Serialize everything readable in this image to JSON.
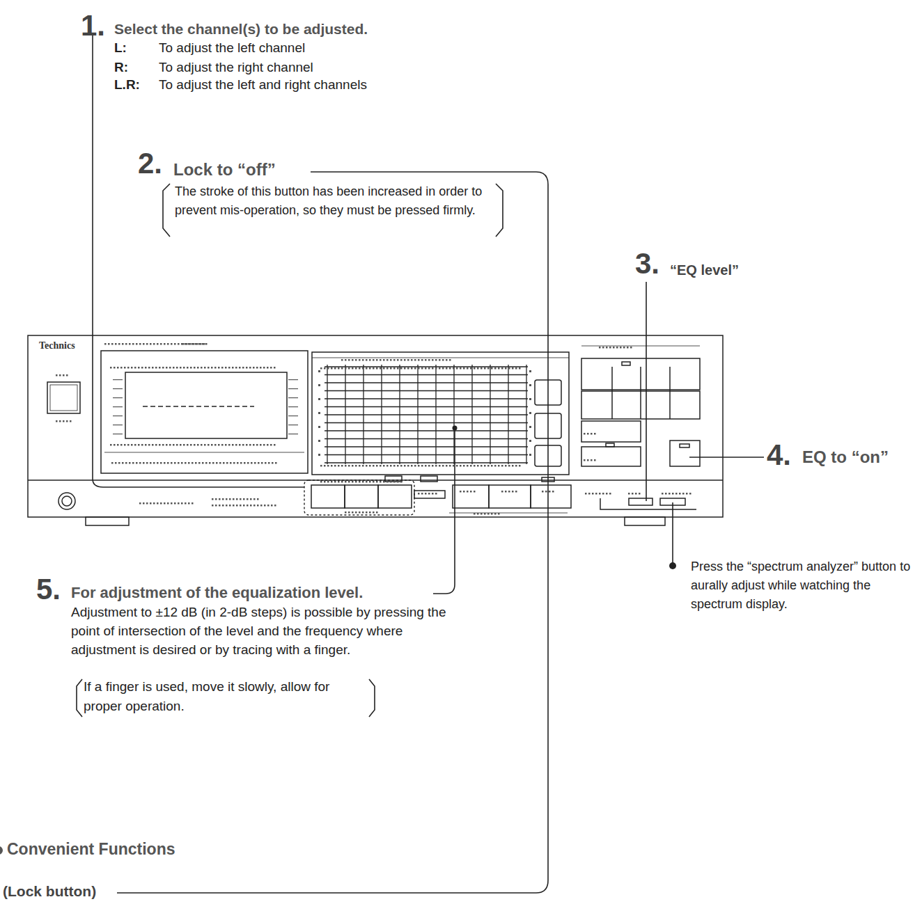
{
  "diagram": {
    "labels": [
      "1.",
      "Select the channel(s) to be adjusted.",
      "L:",
      "To adjust the left channel",
      "R:",
      "To adjust the right channel",
      "L.R:",
      "To adjust the left and right channels",
      "2.",
      "Lock to “off”",
      "The stroke of this button has been increased in order to prevent mis-operation, so they must be pressed firmly.",
      "3.",
      "“EQ level”",
      "Technics",
      "4.",
      "EQ to “on”",
      "Press the “spectrum analyzer” button to aurally adjust while watching the spectrum display.",
      "5.",
      "For adjustment of the equalization level.",
      "Adjustment to ±12 dB (in 2-dB steps) is possible by pressing the point of intersection of the level and the frequency where adjustment is desired or by tracing with a finger.",
      "If a finger is used, move it slowly, allow for proper operation.",
      "Convenient Functions",
      "(Lock button)"
    ]
  }
}
